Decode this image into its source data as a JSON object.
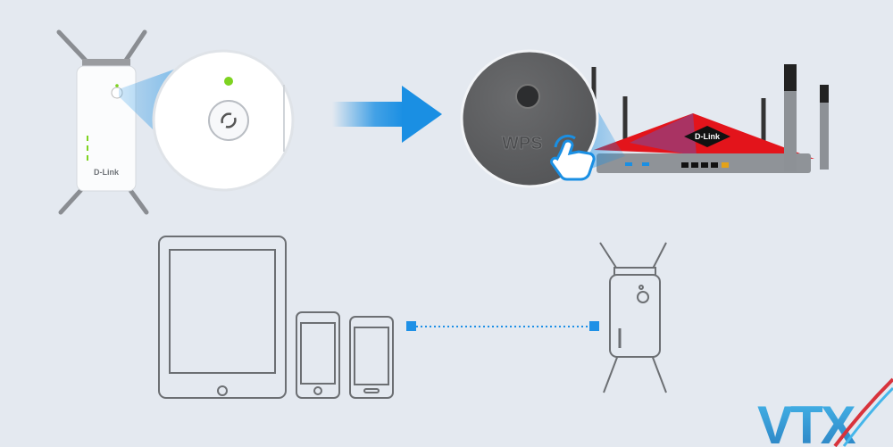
{
  "router_zoom": {
    "button_label": "WPS"
  },
  "extender_zoom": {
    "icon": "wps-sync-icon",
    "led_color": "#7ed321"
  },
  "router": {
    "brand_logo": "D-Link",
    "body_color": "#e3141b"
  },
  "extender": {
    "brand_logo": "D-Link"
  },
  "arrow": {
    "color": "#1a8fe3"
  },
  "connection": {
    "color": "#1e90e6"
  },
  "watermark": {
    "text": "VTX",
    "color": "#2f9ad8",
    "accent": "#d8333c"
  }
}
